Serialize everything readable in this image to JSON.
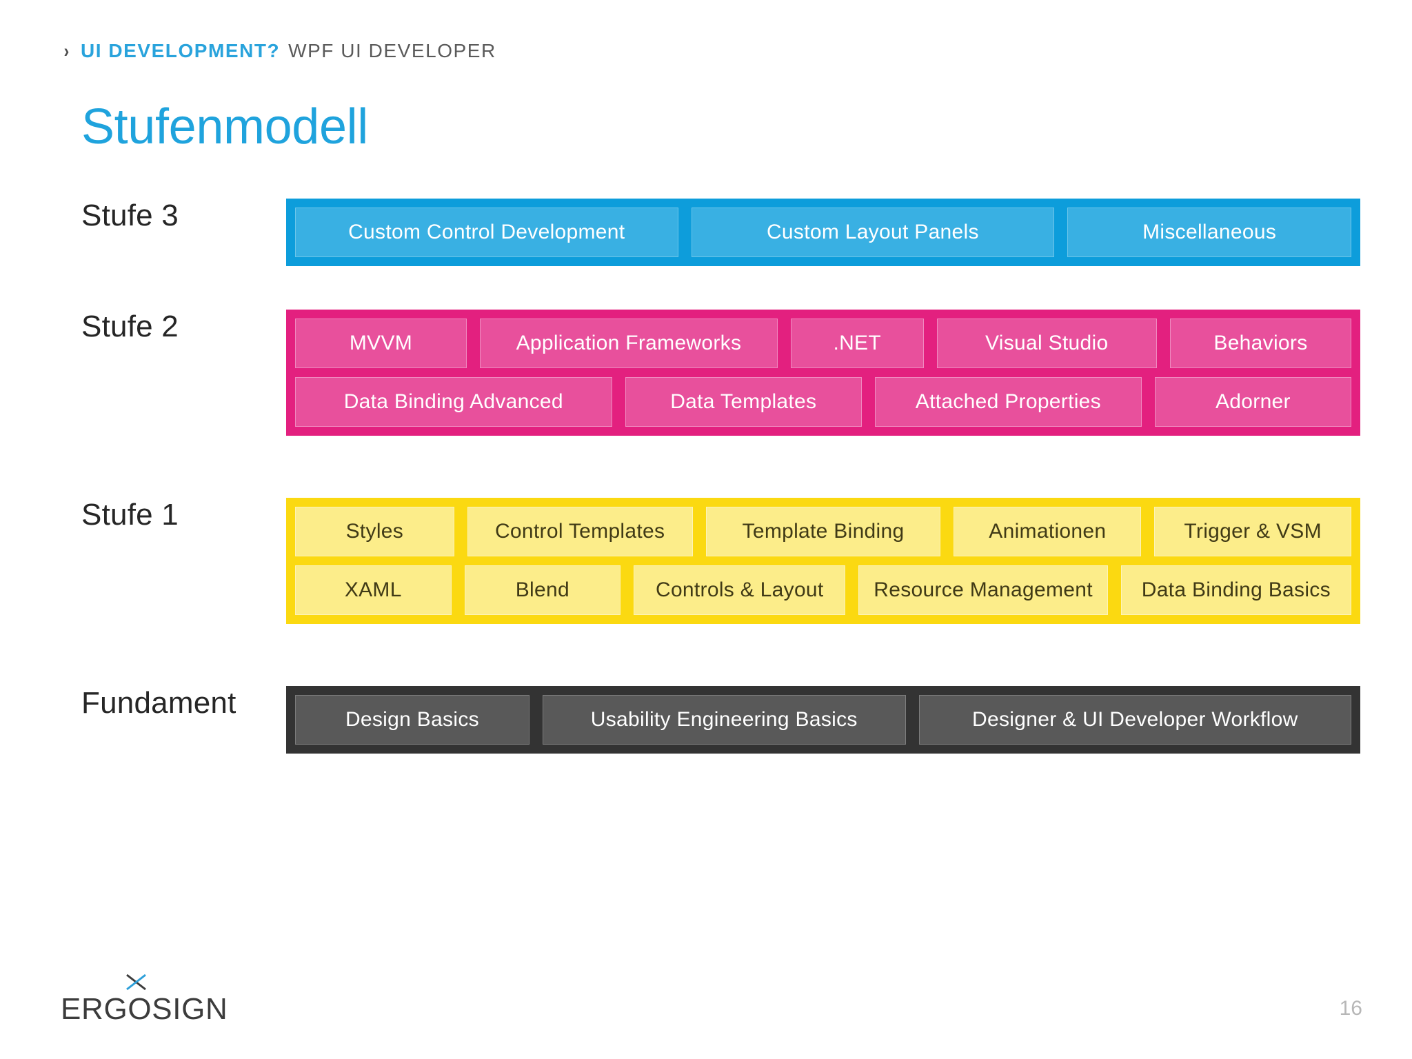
{
  "header": {
    "chevron_icon": "chevron-right-icon",
    "kicker": "UI DEVELOPMENT?",
    "kicker_rest": "WPF UI DEVELOPER",
    "kicker_color": "#29a3dc",
    "kicker_rest_color": "#5a5a5a"
  },
  "title": "Stufenmodell",
  "title_color": "#1fa3dd",
  "tiers": [
    {
      "label": "Stufe 3",
      "band_color": "#0d9ddb",
      "chip_color": "#39b0e3",
      "rows": [
        [
          {
            "label": "Custom Control Development",
            "width": 36
          },
          {
            "label": "Custom Layout Panels",
            "width": 34
          },
          {
            "label": "Miscellaneous",
            "width": 26
          }
        ]
      ]
    },
    {
      "label": "Stufe 2",
      "band_color": "#e3207f",
      "chip_color": "#e8509c",
      "rows": [
        [
          {
            "label": "MVVM",
            "width": 15
          },
          {
            "label": "Application Frameworks",
            "width": 28
          },
          {
            "label": ".NET",
            "width": 11
          },
          {
            "label": "Visual Studio",
            "width": 20
          },
          {
            "label": "Behaviors",
            "width": 16
          }
        ],
        [
          {
            "label": "Data Binding Advanced",
            "width": 29
          },
          {
            "label": "Data Templates",
            "width": 21
          },
          {
            "label": "Attached Properties",
            "width": 24
          },
          {
            "label": "Adorner",
            "width": 17
          }
        ]
      ]
    },
    {
      "label": "Stufe 1",
      "band_color": "#fbd911",
      "chip_color": "#fced8a",
      "rows": [
        [
          {
            "label": "Styles",
            "width": 14
          },
          {
            "label": "Control Templates",
            "width": 21
          },
          {
            "label": "Template Binding",
            "width": 22
          },
          {
            "label": "Animationen",
            "width": 17
          },
          {
            "label": "Trigger & VSM",
            "width": 18
          }
        ],
        [
          {
            "label": "XAML",
            "width": 14
          },
          {
            "label": "Blend",
            "width": 14
          },
          {
            "label": "Controls & Layout",
            "width": 20
          },
          {
            "label": "Resource Management",
            "width": 24
          },
          {
            "label": "Data Binding Basics",
            "width": 22
          }
        ]
      ]
    },
    {
      "label": "Fundament",
      "band_color": "#333333",
      "chip_color": "#595959",
      "rows": [
        [
          {
            "label": "Design Basics",
            "width": 21
          },
          {
            "label": "Usability Engineering Basics",
            "width": 34
          },
          {
            "label": "Designer & UI Developer Workflow",
            "width": 41
          }
        ]
      ]
    }
  ],
  "footer": {
    "logo_text": "ERGOSIGN",
    "logo_mark_icon": "x-mark-icon",
    "logo_mark_accent_color": "#2d9fd9",
    "page_number": "16"
  }
}
